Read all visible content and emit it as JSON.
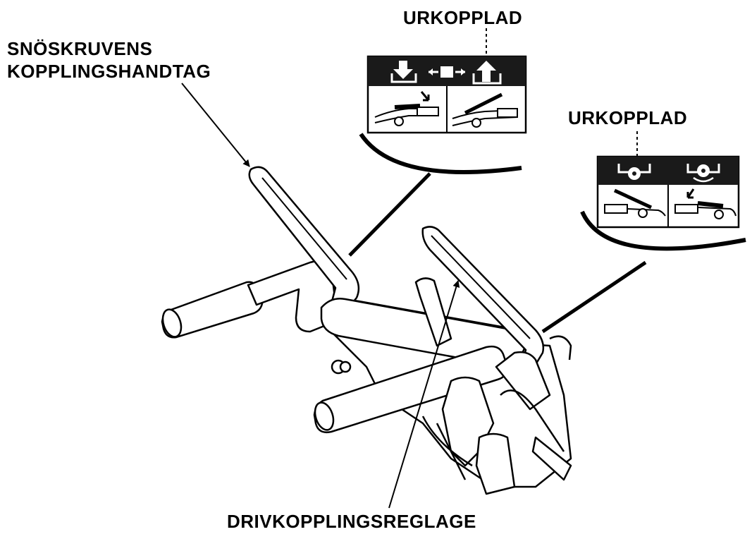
{
  "labels": {
    "auger_clutch_line1": "SNÖSKRUVENS",
    "auger_clutch_line2": "KOPPLINGSHANDTAG",
    "disengaged_left": "URKOPPLAD",
    "disengaged_right": "URKOPPLAD",
    "drive_clutch": "DRIVKOPPLINGSREGLAGE"
  },
  "colors": {
    "ink": "#000000",
    "paper": "#ffffff",
    "panel": "#1a1a1a"
  }
}
